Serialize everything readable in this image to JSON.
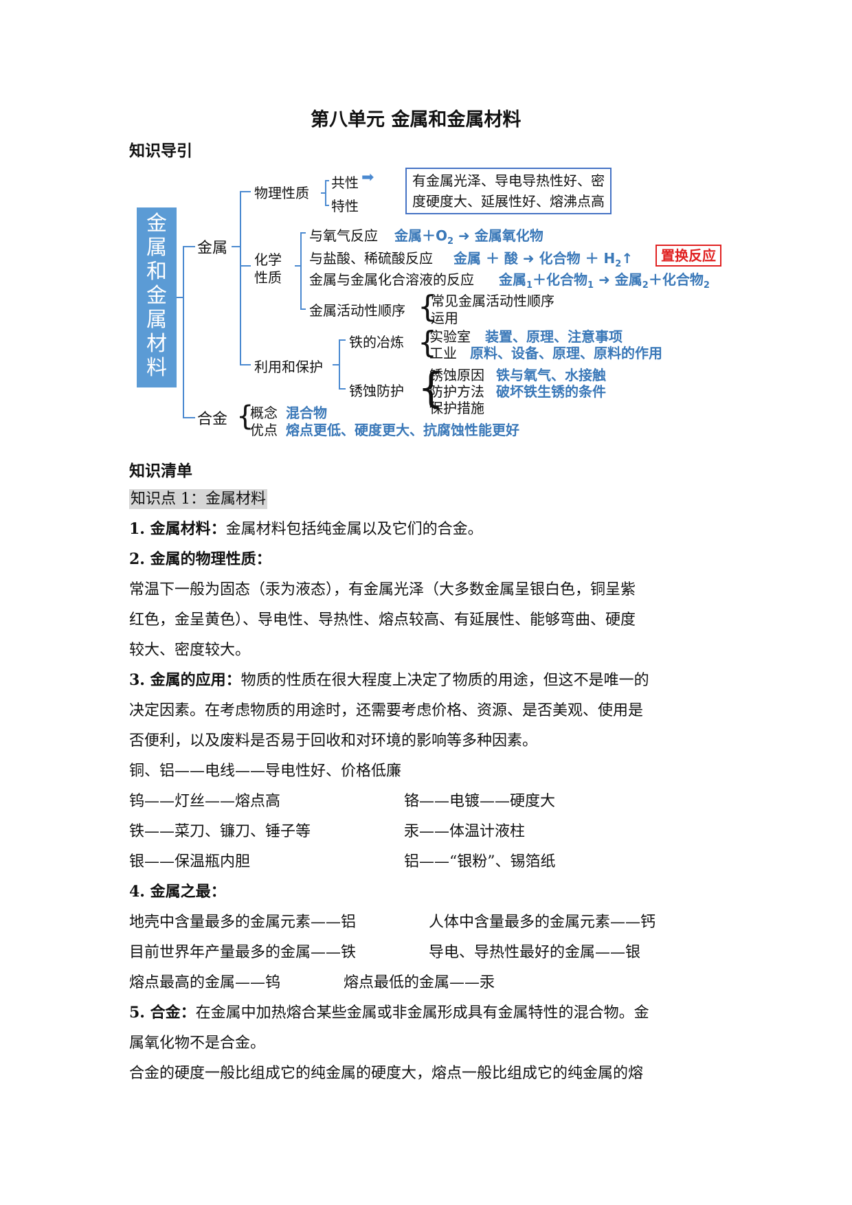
{
  "title": "第八单元 金属和金属材料",
  "section_guide": "知识导引",
  "mindmap": {
    "root": "金属和金属材料",
    "metal": "金属",
    "physical": "物理性质",
    "common": "共性",
    "special": "特性",
    "common_desc_1": "有金属光泽、导电导热性好、密",
    "common_desc_2": "度硬度大、延展性好、熔沸点高",
    "chemical_1": "化学",
    "chemical_2": "性质",
    "react_o2": "与氧气反应",
    "react_o2_eq": "金属＋O",
    "react_o2_sub": "2",
    "react_o2_eq2": "➜ 金属氧化物",
    "react_acid": "与盐酸、稀硫酸反应",
    "react_acid_eq": "金属 ＋ 酸 ➜ 化合物 ＋ H",
    "react_acid_sub": "2",
    "react_acid_arrow": "↑",
    "replacement": "置换反应",
    "react_salt": "金属与金属化合溶液的反应",
    "react_salt_a": "金属",
    "react_salt_b": "＋化合物",
    "react_salt_c": "➜ 金属",
    "react_salt_d": "＋化合物",
    "sub1": "1",
    "sub2": "2",
    "activity": "金属活动性顺序",
    "activity_1": "常见金属活动性顺序",
    "activity_2": "运用",
    "use": "利用和保护",
    "iron": "铁的冶炼",
    "lab": "实验室",
    "lab_desc": "装置、原理、注意事项",
    "industry": "工业",
    "industry_desc": "原料、设备、原理、原料的作用",
    "rust": "锈蚀防护",
    "rust_cause": "锈蚀原因",
    "rust_cause_desc": "铁与氧气、水接触",
    "rust_method": "防护方法",
    "rust_method_desc": "破坏铁生锈的条件",
    "rust_measure": "保护措施",
    "alloy": "合金",
    "concept": "概念",
    "concept_desc": "混合物",
    "advantage": "优点",
    "advantage_desc": "熔点更低、硬度更大、抗腐蚀性能更好"
  },
  "section_list": "知识清单",
  "kp1": "知识点 1：金属材料",
  "p1_label": "1. 金属材料：",
  "p1_text": "金属材料包括纯金属以及它们的合金。",
  "p2_label": "2. 金属的物理性质：",
  "p2_l1": "常温下一般为固态（汞为液态），有金属光泽（大多数金属呈银白色，铜呈紫",
  "p2_l2": "红色，金呈黄色）、导电性、导热性、熔点较高、有延展性、能够弯曲、硬度",
  "p2_l3": "较大、密度较大。",
  "p3_label": "3. 金属的应用：",
  "p3_l1": "物质的性质在很大程度上决定了物质的用途，但这不是唯一的",
  "p3_l2": "决定因素。在考虑物质的用途时，还需要考虑价格、资源、是否美观、使用是",
  "p3_l3": "否便利，以及废料是否易于回收和对环境的影响等多种因素。",
  "uses": {
    "cu_al": "铜、铝——电线——导电性好、价格低廉",
    "w": "钨——灯丝——熔点高",
    "cr": "铬——电镀——硬度大",
    "fe": "铁——菜刀、镰刀、锤子等",
    "hg": "汞——体温计液柱",
    "ag": "银——保温瓶内胆",
    "al": "铝——“银粉”、锡箔纸"
  },
  "p4_label": "4. 金属之最：",
  "most": {
    "a": "地壳中含量最多的金属元素——铝",
    "b": "人体中含量最多的金属元素——钙",
    "c": "目前世界年产量最多的金属——铁",
    "d": "导电、导热性最好的金属——银",
    "e": "熔点最高的金属——钨",
    "f": "熔点最低的金属——汞"
  },
  "p5_label": "5. 合金：",
  "p5_l1": "在金属中加热熔合某些金属或非金属形成具有金属特性的混合物。金",
  "p5_l2": "属氧化物不是合金。",
  "p5_l3": "合金的硬度一般比组成它的纯金属的硬度大，熔点一般比组成它的纯金属的熔"
}
